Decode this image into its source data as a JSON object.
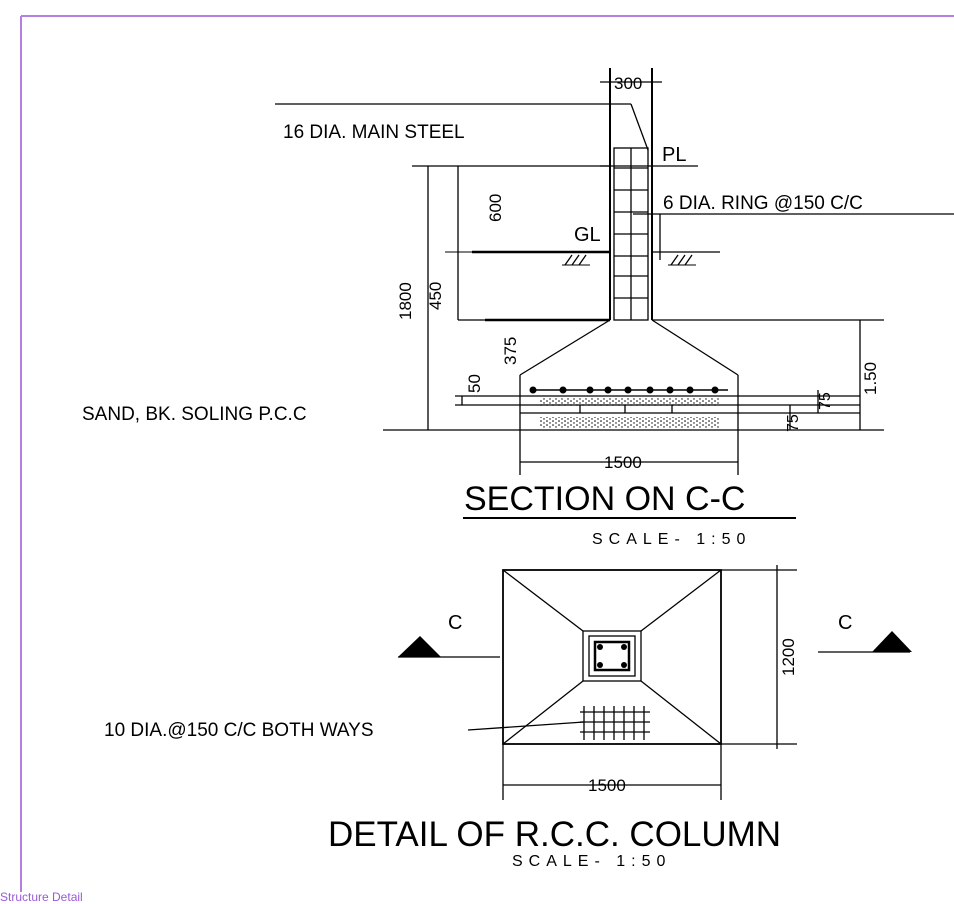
{
  "sheet": {
    "border_color": "#b37fe0",
    "tab_label": "Structure Detail",
    "tab_color": "#9b59d6"
  },
  "section": {
    "title": "SECTION ON C-C",
    "scale": "SCALE- 1:50",
    "labels": {
      "main_steel": "16 DIA. MAIN STEEL",
      "pl": "PL",
      "ring": "6 DIA. RING @150 C/C",
      "gl": "GL",
      "soling": "SAND, BK. SOLING P.C.C"
    },
    "dims": {
      "col_width": "300",
      "d600": "600",
      "d450": "450",
      "d1800": "1800",
      "d375": "375",
      "d50": "50",
      "d150": "1.50",
      "d75a": "75",
      "d75b": "75",
      "base_width": "1500"
    }
  },
  "plan": {
    "title": "DETAIL OF R.C.C. COLUMN",
    "scale": "SCALE- 1:50",
    "section_mark_left": "C",
    "section_mark_right": "C",
    "bar_label": "10 DIA.@150 C/C BOTH WAYS",
    "dims": {
      "width": "1500",
      "height": "1200"
    }
  }
}
